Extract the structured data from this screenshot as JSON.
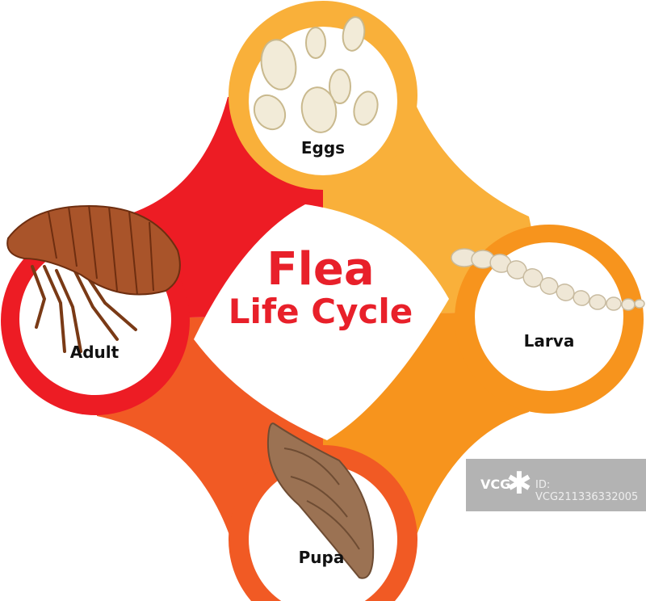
{
  "title": {
    "line1": "Flea",
    "line2": "Life Cycle"
  },
  "stages": [
    {
      "label": "Eggs",
      "color": "#F9B03A"
    },
    {
      "label": "Larva",
      "color": "#F7941D"
    },
    {
      "label": "Pupa",
      "color": "#F15A24"
    },
    {
      "label": "Adult",
      "color": "#ED1C24"
    }
  ],
  "watermark": {
    "logo": "VCG",
    "id": "ID: VCG211336332005"
  }
}
